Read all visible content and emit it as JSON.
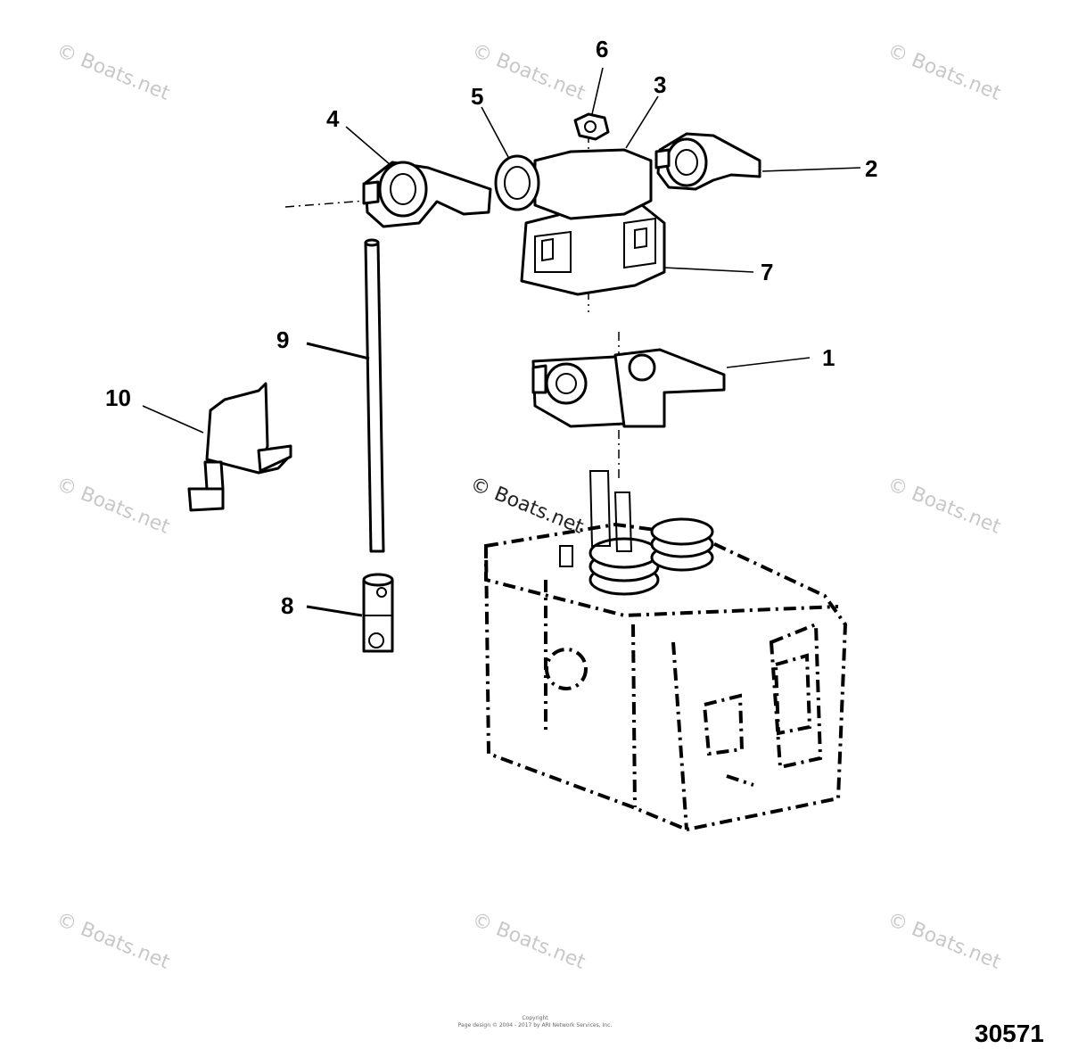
{
  "callouts": [
    "1",
    "2",
    "3",
    "4",
    "5",
    "6",
    "7",
    "8",
    "9",
    "10"
  ],
  "watermarks": {
    "text": "© Boats.net",
    "center_text": "© Boats.net"
  },
  "drawing_id": "30571",
  "copyright": {
    "line1": "Copyright",
    "line2": "Page design © 2004 - 2017 by ARI Network Services, Inc."
  },
  "colors": {
    "ink": "#000000",
    "watermark": "#c8c8c8",
    "background": "#ffffff"
  }
}
